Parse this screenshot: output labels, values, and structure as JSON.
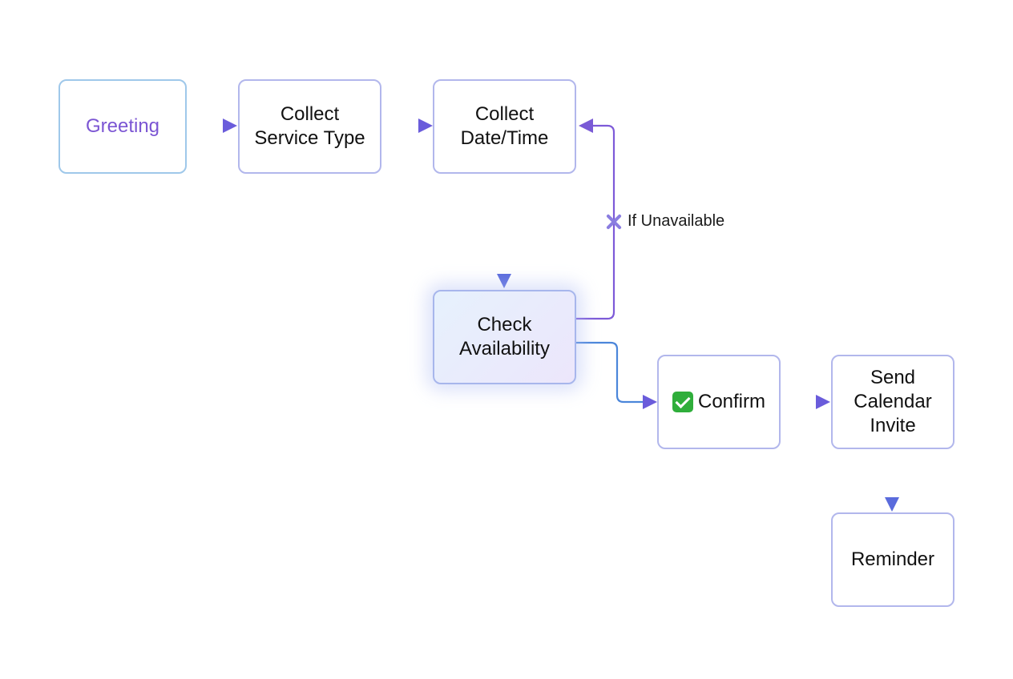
{
  "diagram": {
    "nodes": {
      "greeting": "Greeting",
      "collect_service": "Collect\nService Type",
      "collect_datetime": "Collect\nDate/Time",
      "check_availability": "Check\nAvailability",
      "confirm": "Confirm",
      "send_invite": "Send\nCalendar\nInvite",
      "reminder": "Reminder"
    },
    "edge_labels": {
      "unavailable": "If Unavailable"
    },
    "icons": {
      "confirm": "check-mark-icon",
      "unavailable": "x-mark-icon"
    },
    "colors": {
      "arrow_blue": "#4a7fd8",
      "arrow_purple": "#7a5ad6",
      "greeting_text": "#7b55d3",
      "node_border": "#9fc8ea",
      "check_green": "#2fae3b"
    }
  }
}
